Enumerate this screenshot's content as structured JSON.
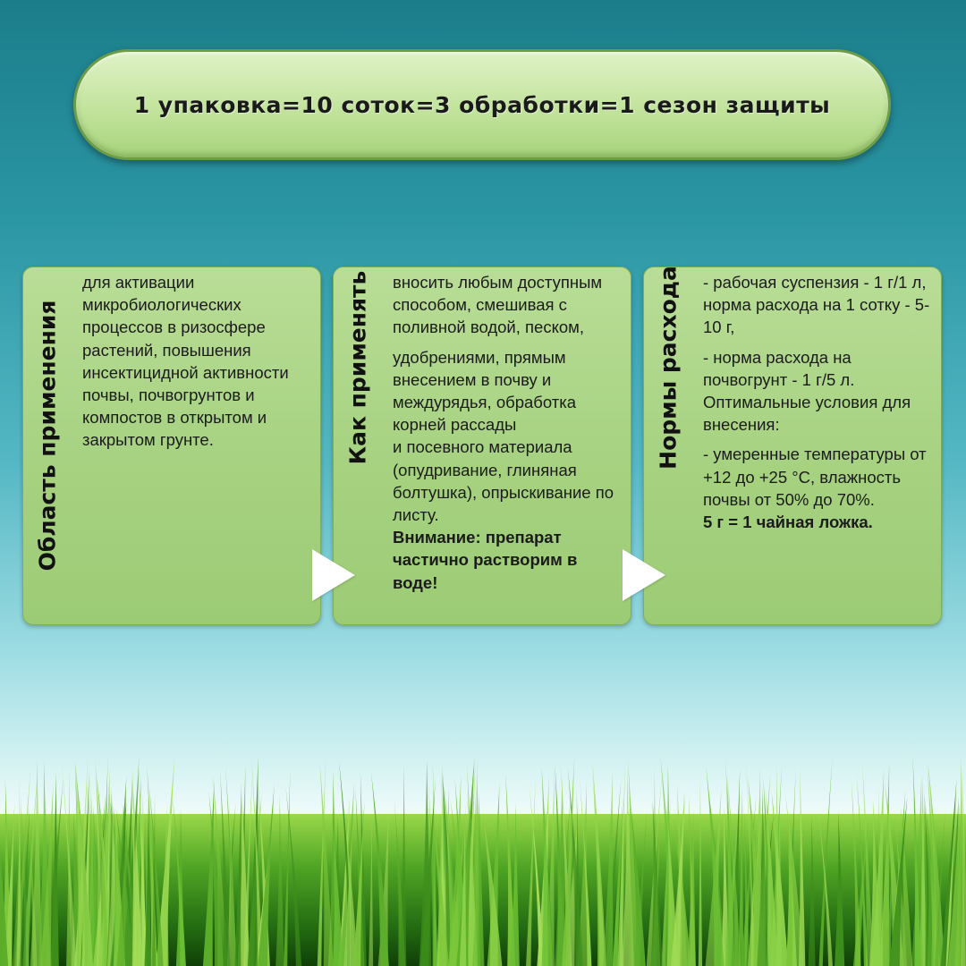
{
  "banner": {
    "text": "1 упаковка=10 соток=3 обработки=1 сезон защиты"
  },
  "cards": [
    {
      "title": "Область применения",
      "paragraphs": [
        "для активации микробиологических процессов в ризосфере растений, повышения инсектицидной активности почвы, почвогрунтов и компостов в открытом и закрытом грунте."
      ]
    },
    {
      "title": "Как применять",
      "paragraphs": [
        "вносить любым доступным способом, смешивая с поливной водой, песком,",
        "удобрениями, прямым внесением в почву и междурядья, обработка корней рассады",
        "и посевного материала (опудривание, глиняная болтушка), опрыскивание по листу."
      ],
      "warning": "Внимание: препарат частично растворим в воде!"
    },
    {
      "title": "Нормы расхода",
      "paragraphs": [
        "- рабочая суспензия - 1 г/1 л, норма расхода на 1 сотку - 5-10 г,",
        "- норма расхода на почвогрунт - 1 г/5 л. Оптимальные условия для внесения:",
        "- умеренные температуры от +12 до +25 °С, влажность почвы от 50% до 70%."
      ],
      "note": "5 г = 1 чайная ложка."
    }
  ],
  "colors": {
    "sky_top": "#1c7d8a",
    "card_green": "#a8d382",
    "banner_green": "#c2e39c",
    "grass_green": "#3f9a1f"
  },
  "icons": [
    "right-arrow-icon",
    "right-arrow-icon"
  ]
}
